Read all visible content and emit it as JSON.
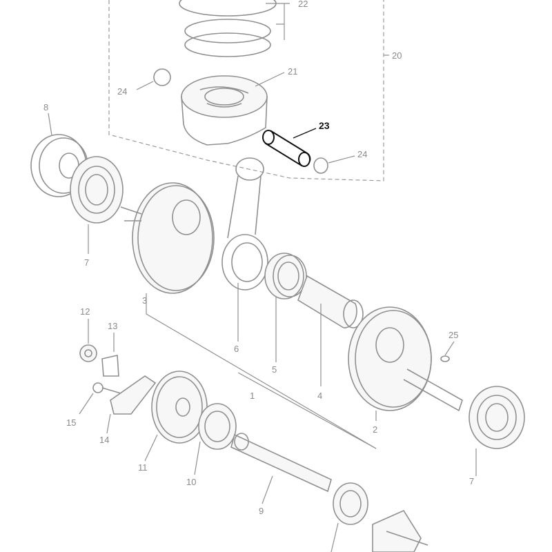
{
  "diagram": {
    "callouts": {
      "c1": "1",
      "c2": "2",
      "c3": "3",
      "c4": "4",
      "c5": "5",
      "c6": "6",
      "c7a": "7",
      "c7b": "7",
      "c8": "8",
      "c9": "9",
      "c10": "10",
      "c11": "11",
      "c12": "12",
      "c13": "13",
      "c14": "14",
      "c15": "15",
      "c20": "20",
      "c21": "21",
      "c22": "22",
      "c23": "23",
      "c24a": "24",
      "c24b": "24",
      "c25": "25"
    },
    "highlighted_part": "23",
    "colors": {
      "line": "#8f8f8f",
      "highlight": "#111111",
      "background": "#ffffff"
    }
  }
}
